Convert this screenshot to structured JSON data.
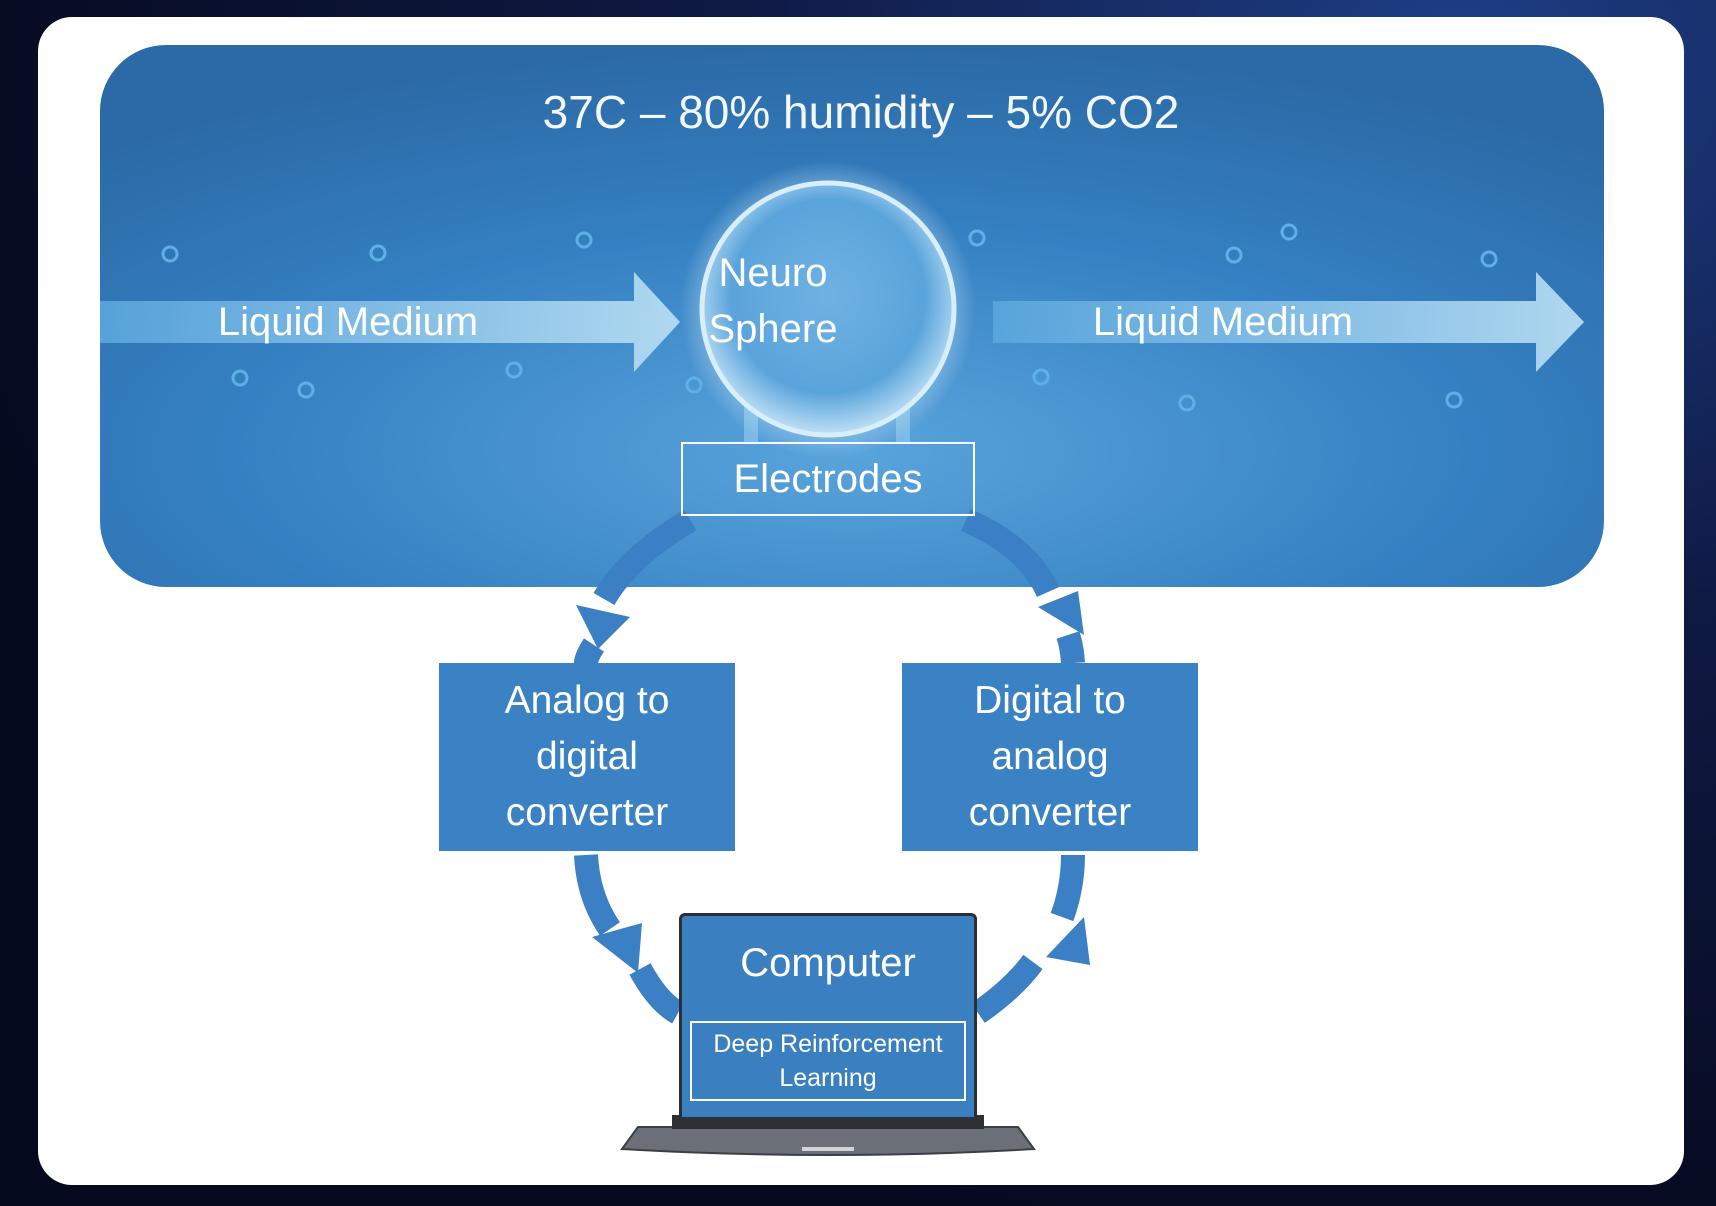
{
  "environment": {
    "title": "37C – 80% humidity – 5% CO2",
    "inflow_label": "Liquid Medium",
    "outflow_label": "Liquid Medium",
    "sphere_label": "Neuro Sphere",
    "electrodes_label": "Electrodes"
  },
  "loop": {
    "adc_label": "Analog to\ndigital\nconverter",
    "dac_label": "Digital to\nanalog\nconverter"
  },
  "computer": {
    "label": "Computer",
    "software_label": "Deep Reinforcement Learning"
  },
  "colors": {
    "environment": "#2f77b8",
    "converter_box": "#3b82c4",
    "loop_arrow": "#3b7fc4",
    "laptop_screen": "#3a7fc0",
    "background": "#0a1230"
  }
}
